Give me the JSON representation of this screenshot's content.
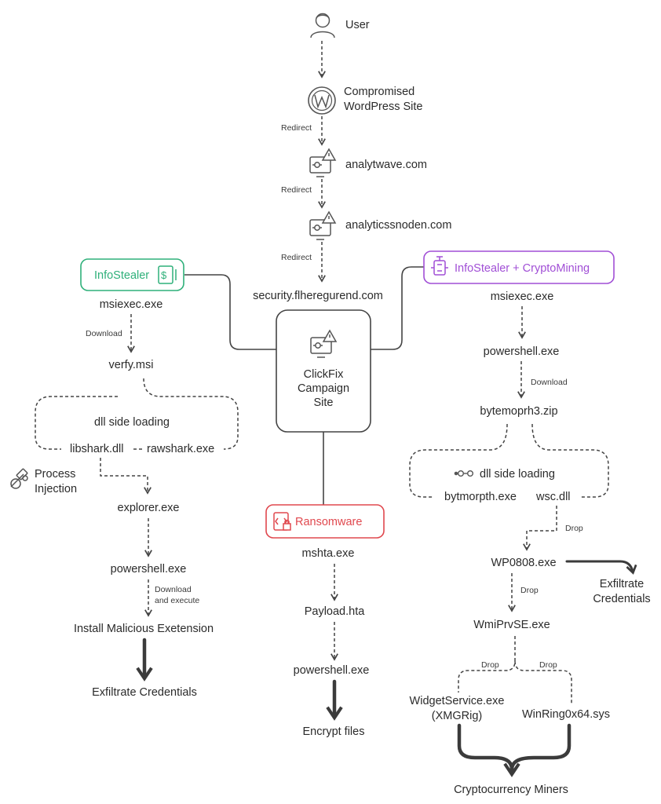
{
  "nodes": {
    "user": "User",
    "wp_line1": "Compromised",
    "wp_line2": "WordPress Site",
    "analytwave": "analytwave.com",
    "analyticssnoden": "analyticssnoden.com",
    "security": "security.flheregurend.com",
    "clickfix_line1": "ClickFix",
    "clickfix_line2": "Campaign",
    "clickfix_line3": "Site"
  },
  "edge_labels": {
    "redirect1": "Redirect",
    "redirect2": "Redirect",
    "redirect3": "Redirect"
  },
  "left": {
    "badge": "InfoStealer",
    "msiexec": "msiexec.exe",
    "download": "Download",
    "verfy": "verfy.msi",
    "dll_title": "dll side loading",
    "libshark": "libshark.dll",
    "rawshark": "rawshark.exe",
    "process_line1": "Process",
    "process_line2": "Injection",
    "explorer": "explorer.exe",
    "powershell": "powershell.exe",
    "dl_exec_line1": "Download",
    "dl_exec_line2": "and execute",
    "install": "Install Malicious Exetension",
    "exfil": "Exfiltrate Credentials"
  },
  "center": {
    "badge": "Ransomware",
    "mshta": "mshta.exe",
    "payload": "Payload.hta",
    "powershell": "powershell.exe",
    "encrypt": "Encrypt files"
  },
  "right": {
    "badge": "InfoStealer + CryptoMining",
    "msiexec": "msiexec.exe",
    "powershell": "powershell.exe",
    "download": "Download",
    "zip": "bytemoprh3.zip",
    "dll_title": "dll side loading",
    "bytmorpth": "bytmorpth.exe",
    "wsc": "wsc.dll",
    "drop1": "Drop",
    "wp0808": "WP0808.exe",
    "exfil_line1": "Exfiltrate",
    "exfil_line2": "Credentials",
    "drop2": "Drop",
    "wmiprvse": "WmiPrvSE.exe",
    "drop3": "Drop",
    "drop4": "Drop",
    "widget_line1": "WidgetService.exe",
    "widget_line2": "(XMGRig)",
    "winring": "WinRing0x64.sys",
    "miners": "Cryptocurrency Miners"
  },
  "colors": {
    "green": "#2fb07a",
    "purple": "#a14fd6",
    "red": "#e0484e",
    "line": "#444444"
  }
}
